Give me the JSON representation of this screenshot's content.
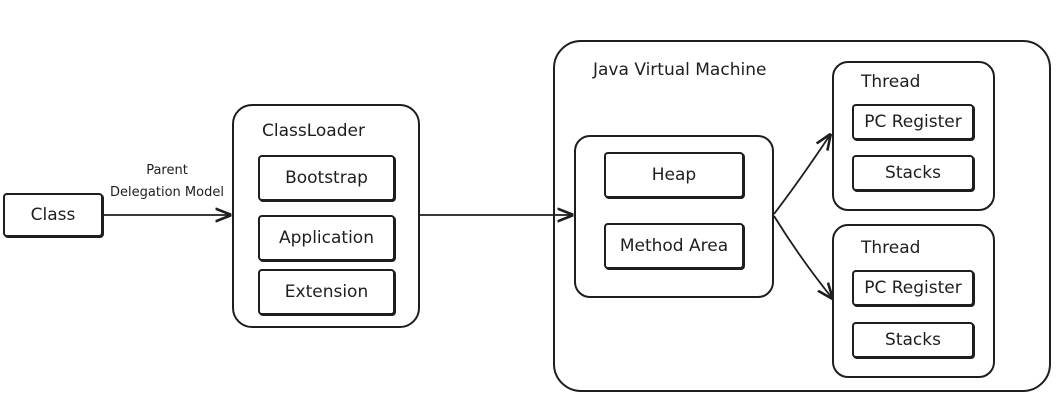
{
  "class_box": {
    "label": "Class"
  },
  "edge_label": {
    "line1": "Parent",
    "line2": "Delegation Model"
  },
  "classloader": {
    "title": "ClassLoader",
    "items": [
      "Bootstrap",
      "Application",
      "Extension"
    ]
  },
  "jvm": {
    "title": "Java Virtual Machine",
    "runtime": {
      "items": [
        "Heap",
        "Method Area"
      ]
    },
    "threads": [
      {
        "title": "Thread",
        "items": [
          "PC Register",
          "Stacks"
        ]
      },
      {
        "title": "Thread",
        "items": [
          "PC Register",
          "Stacks"
        ]
      }
    ]
  },
  "colors": {
    "stroke": "#1e1e1e",
    "background": "#ffffff"
  }
}
